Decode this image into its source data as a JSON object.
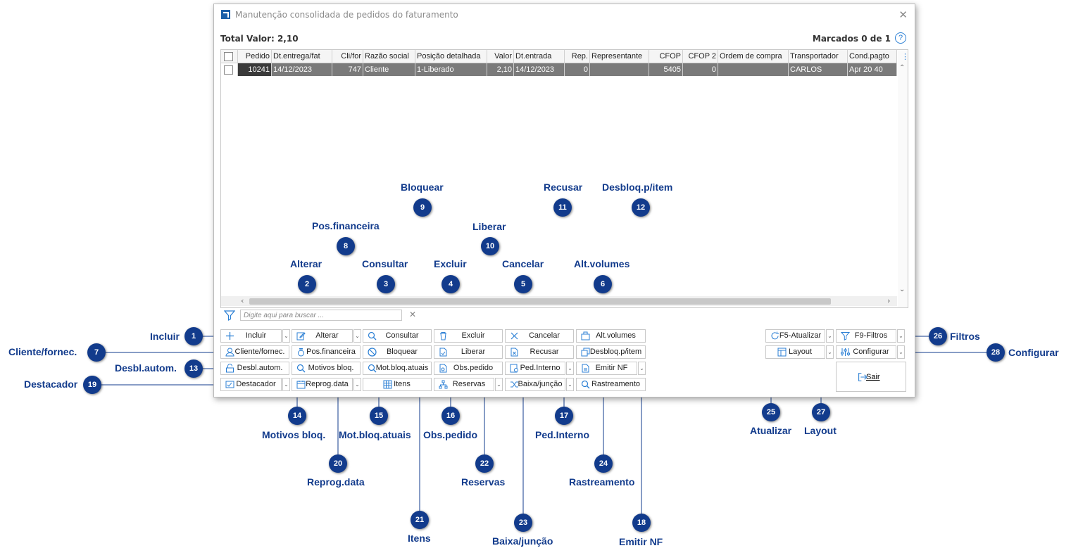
{
  "window": {
    "title": "Manutenção consolidada de pedidos do faturamento",
    "total_label": "Total Valor: 2,10",
    "marcados": "Marcados 0 de 1",
    "help": "?"
  },
  "grid": {
    "columns": [
      "Pedido",
      "Dt.entrega/fat",
      "Cli/for",
      "Razão social",
      "Posição detalhada",
      "Valor",
      "Dt.entrada",
      "Rep.",
      "Representante",
      "CFOP",
      "CFOP 2",
      "Ordem de compra",
      "Transportador",
      "Cond.pagto"
    ],
    "row": [
      "10241",
      "14/12/2023",
      "747",
      "Cliente",
      "1-Liberado",
      "2,10",
      "14/12/2023",
      "0",
      "",
      "5405",
      "0",
      "",
      "CARLOS",
      "Apr 20 40"
    ],
    "search_placeholder": "Digite aqui para buscar ..."
  },
  "buttons": {
    "incluir": "Incluir",
    "alterar": "Alterar",
    "consultar": "Consultar",
    "excluir": "Excluir",
    "cancelar": "Cancelar",
    "alt_volumes": "Alt.volumes",
    "cliente_fornec": "Cliente/fornec.",
    "pos_financeira": "Pos.financeira",
    "bloquear": "Bloquear",
    "liberar": "Liberar",
    "recusar": "Recusar",
    "desbloq_p_item": "Desbloq.p/item",
    "desbl_autom": "Desbl.autom.",
    "motivos_bloq": "Motivos bloq.",
    "mot_bloq_atuais": "Mot.bloq.atuais",
    "obs_pedido": "Obs.pedido",
    "ped_interno": "Ped.Interno",
    "emitir_nf": "Emitir NF",
    "destacador": "Destacador",
    "reprog_data": "Reprog.data",
    "itens": "Itens",
    "reservas": "Reservas",
    "baixa_juncao": "Baixa/junção",
    "rastreamento": "Rastreamento",
    "f5_atualizar": "F5-Atualizar",
    "f9_filtros": "F9-Filtros",
    "layout": "Layout",
    "configurar": "Configurar",
    "sair": "Sair"
  },
  "callouts": [
    {
      "n": "1",
      "label": "Incluir"
    },
    {
      "n": "2",
      "label": "Alterar"
    },
    {
      "n": "3",
      "label": "Consultar"
    },
    {
      "n": "4",
      "label": "Excluir"
    },
    {
      "n": "5",
      "label": "Cancelar"
    },
    {
      "n": "6",
      "label": "Alt.volumes"
    },
    {
      "n": "7",
      "label": "Cliente/fornec."
    },
    {
      "n": "8",
      "label": "Pos.financeira"
    },
    {
      "n": "9",
      "label": "Bloquear"
    },
    {
      "n": "10",
      "label": "Liberar"
    },
    {
      "n": "11",
      "label": "Recusar"
    },
    {
      "n": "12",
      "label": "Desbloq.p/item"
    },
    {
      "n": "13",
      "label": "Desbl.autom."
    },
    {
      "n": "14",
      "label": "Motivos bloq."
    },
    {
      "n": "15",
      "label": "Mot.bloq.atuais"
    },
    {
      "n": "16",
      "label": "Obs.pedido"
    },
    {
      "n": "17",
      "label": "Ped.Interno"
    },
    {
      "n": "18",
      "label": "Emitir NF"
    },
    {
      "n": "19",
      "label": "Destacador"
    },
    {
      "n": "20",
      "label": "Reprog.data"
    },
    {
      "n": "21",
      "label": "Itens"
    },
    {
      "n": "22",
      "label": "Reservas"
    },
    {
      "n": "23",
      "label": "Baixa/junção"
    },
    {
      "n": "24",
      "label": "Rastreamento"
    },
    {
      "n": "25",
      "label": "Atualizar"
    },
    {
      "n": "26",
      "label": "Filtros"
    },
    {
      "n": "27",
      "label": "Layout"
    },
    {
      "n": "28",
      "label": "Configurar"
    }
  ],
  "colors": {
    "badge": "#123b8c",
    "selected_row": "#7a7a7a",
    "accent": "#2b7fd4"
  }
}
